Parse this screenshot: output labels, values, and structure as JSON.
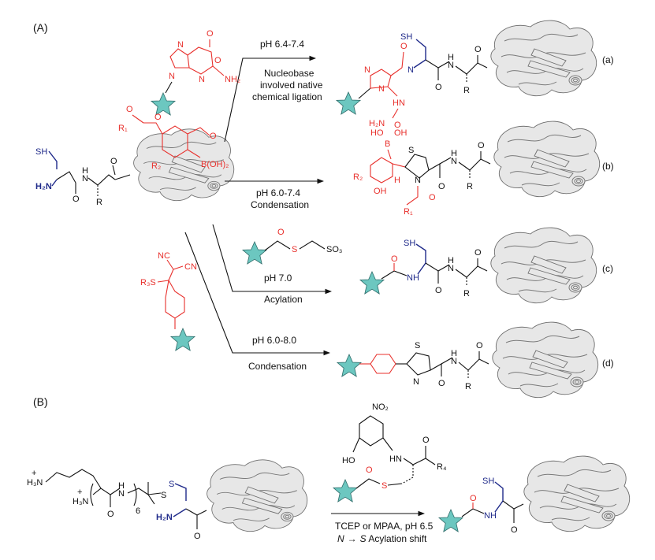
{
  "panels": {
    "A": "(A)",
    "B": "(B)"
  },
  "routes": {
    "a": {
      "tag": "(a)",
      "condition": "pH 6.4-7.4",
      "note": [
        "Nucleobase",
        "involved native",
        "chemical ligation"
      ]
    },
    "b": {
      "tag": "(b)",
      "condition": "pH 6.0-7.4",
      "note": [
        "Condensation"
      ]
    },
    "c": {
      "tag": "(c)",
      "condition": "pH 7.0",
      "note": [
        "Acylation"
      ]
    },
    "d": {
      "tag": "(d)",
      "condition": "pH 6.0-8.0",
      "note": [
        "Condensation"
      ]
    }
  },
  "panel_b": {
    "condition_line1": "TCEP or MPAA, pH 6.5",
    "condition_line2_italic1": "N",
    "condition_line2_arrow": "→",
    "condition_line2_italic2": "S",
    "condition_line2_rest": " Acylation shift"
  },
  "atoms": {
    "SH": "SH",
    "H2N": "H₂N",
    "H": "H",
    "N": "N",
    "O": "O",
    "R": "R",
    "R1": "R₁",
    "R2": "R₂",
    "R4": "R₄",
    "S": "S",
    "NH2": "NH₂",
    "HN": "HN",
    "H2N_b": "H₂N",
    "BOH2": "B(OH)₂",
    "HO": "HO",
    "OH": "OH",
    "B": "B",
    "CN": "CN",
    "NC": "NC",
    "R3S": "R₃S",
    "SO3": "SO₃",
    "NO2": "NO₂",
    "H3N": "H₃N",
    "six": "6",
    "plus": "+",
    "NH": "NH"
  },
  "colors": {
    "reagent": "#e8302c",
    "amine": "#1f2a8a",
    "star": "#6cc7c0"
  },
  "icons": [
    "star-label",
    "protein-ribbon"
  ]
}
